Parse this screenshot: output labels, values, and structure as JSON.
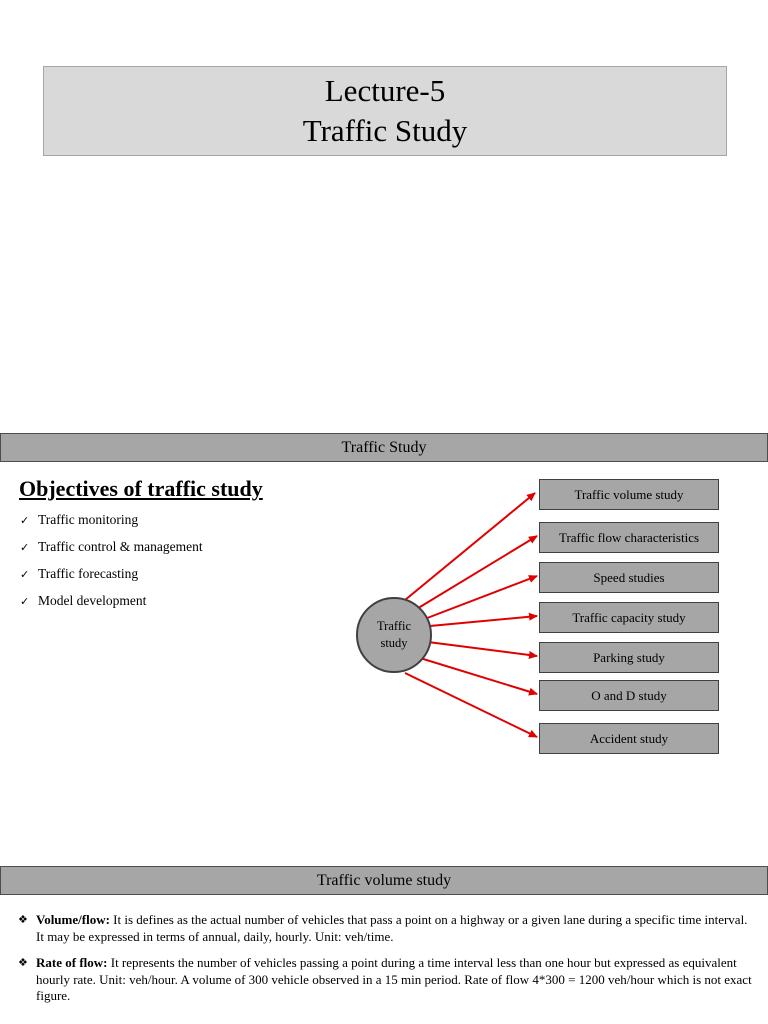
{
  "slide1": {
    "title_line1": "Lecture-5",
    "title_line2": "Traffic Study"
  },
  "slide2": {
    "header": "Traffic Study",
    "objectives_heading": "Objectives of traffic study",
    "objectives": [
      "Traffic monitoring",
      "Traffic control & management",
      "Traffic forecasting",
      "Model development"
    ],
    "hub_line1": "Traffic",
    "hub_line2": "study",
    "studies": [
      "Traffic volume study",
      "Traffic flow characteristics",
      "Speed studies",
      "Traffic capacity study",
      "Parking study",
      "O and D study",
      "Accident study"
    ],
    "arrow_color": "#e00000"
  },
  "slide3": {
    "header": "Traffic volume study",
    "definitions": [
      {
        "term": "Volume/flow:",
        "text": " It is defines as the actual number of vehicles that pass a point on a highway or a given lane during a specific time interval. It may be expressed in terms of annual, daily, hourly. Unit: veh/time."
      },
      {
        "term": "Rate of flow:",
        "text": " It represents the number of vehicles passing a point during a time interval less than one hour but expressed as equivalent hourly rate. Unit: veh/hour. A volume of 300 vehicle observed in a 15 min period. Rate of flow 4*300 = 1200 veh/hour which is not exact figure."
      }
    ]
  }
}
